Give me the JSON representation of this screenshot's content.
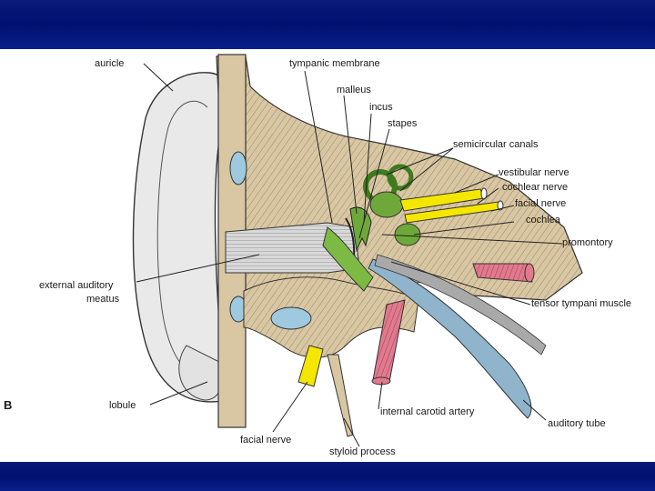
{
  "panel_letter": "B",
  "labels": {
    "auricle": "auricle",
    "tympanic_membrane": "tympanic membrane",
    "malleus": "malleus",
    "incus": "incus",
    "stapes": "stapes",
    "semicircular_canals": "semicircular canals",
    "vestibular_nerve": "vestibular nerve",
    "cochlear_nerve": "cochlear nerve",
    "facial_nerve_right": "facial nerve",
    "cochlea": "cochlea",
    "promontory": "promontory",
    "external_auditory": "external auditory",
    "meatus": "meatus",
    "tensor_tympani_muscle": "tensor tympani muscle",
    "lobule": "lobule",
    "internal_carotid_artery": "internal carotid artery",
    "auditory_tube": "auditory tube",
    "facial_nerve_bottom": "facial nerve",
    "styloid_process": "styloid process"
  },
  "colors": {
    "band": "#0a1a7a",
    "bone": "#d9c7a3",
    "skin": "#e8e8e8",
    "nerve": "#f5e600",
    "artery": "#e07a8e",
    "membranous": "#6fa83a",
    "fluid": "#9ec9de",
    "tube": "#8fb4cc"
  }
}
